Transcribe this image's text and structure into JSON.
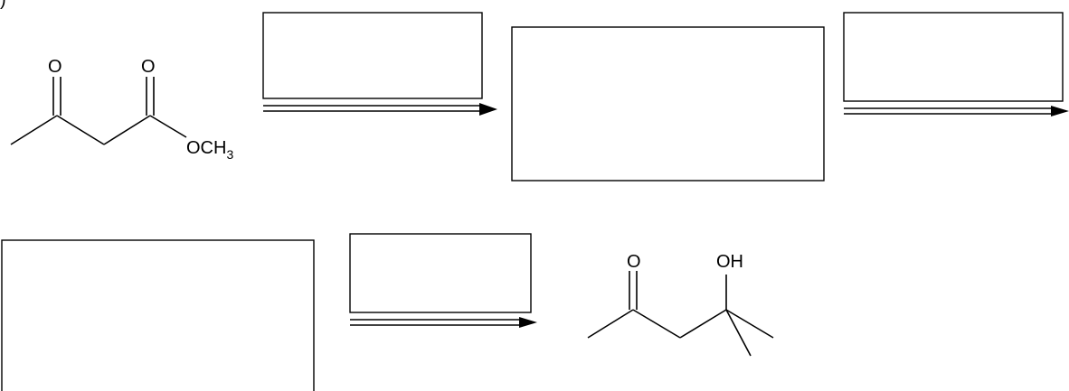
{
  "corner_mark": ")",
  "starting_material": {
    "ketone_oxygen": "O",
    "ester_oxygen": "O",
    "methoxy_group": "OCH",
    "methoxy_subscript": "3"
  },
  "product": {
    "ketone_oxygen": "O",
    "hydroxyl_group": "OH"
  },
  "answer_boxes": [
    {
      "id": "reagent-1",
      "content": ""
    },
    {
      "id": "intermediate-1",
      "content": ""
    },
    {
      "id": "reagent-2",
      "content": ""
    },
    {
      "id": "intermediate-2",
      "content": ""
    },
    {
      "id": "reagent-3",
      "content": ""
    }
  ],
  "colors": {
    "ink": "#000000",
    "background": "#ffffff"
  }
}
